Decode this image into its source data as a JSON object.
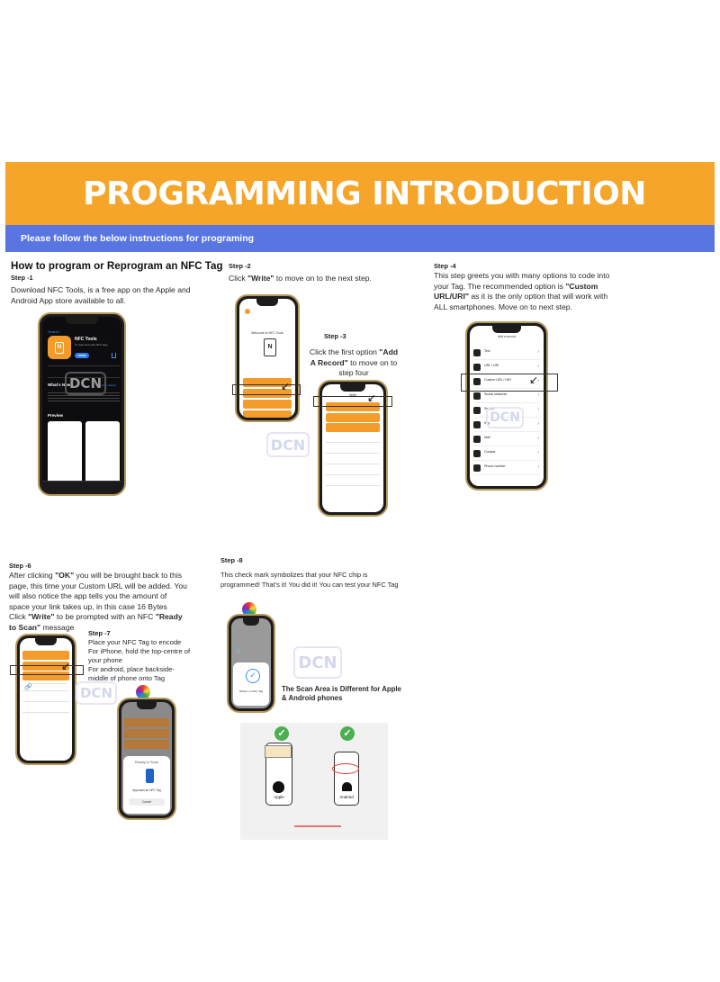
{
  "banner": {
    "title": "PROGRAMMING INTRODUCTION"
  },
  "subbar": {
    "text": "Please follow the below instructions for programing"
  },
  "intro": {
    "heading": "How to program or Reprogram an NFC Tag",
    "step1_label": "Step -1",
    "step1_text": "Download NFC Tools, is a free app on the Apple and Android App store available to all."
  },
  "step2": {
    "label": "Step -2",
    "pre": "Click ",
    "bold": "\"Write\"",
    "post": " to move on to the next step."
  },
  "step3": {
    "label": "Step -3",
    "line1": "Click the first option",
    "bold": "\"Add A Record\"",
    "line2": " to move on to step four"
  },
  "step4": {
    "label": "Step -4",
    "pre": "This step greets you with many options to code into your Tag. The recommended option is ",
    "bold": "\"Custom URL/URI\"",
    "post": " as it is the only option that will work with ALL smartphones.  Move on to next step."
  },
  "step6": {
    "label": "Step -6",
    "t1": "After clicking ",
    "b1": "\"OK\"",
    "t2": " you will be brought back to this page, this time your Custom URL will be added. You will also notice the app tells you the amount of space your link takes up, in this case 16 Bytes",
    "t3": "Click ",
    "b2": "\"Write\"",
    "t4": " to be prompted with an NFC ",
    "b3": "\"Ready to Scan\"",
    "t5": " message"
  },
  "step7": {
    "label": "Step -7",
    "text1": "Place your NFC Tag to encode",
    "text2": "For iPhone, hold the top-centre of your phone",
    "text3": "For android, place backside-middle of phone onto Tag"
  },
  "step8": {
    "label": "Step -8",
    "text": "This check mark symbolizes that your NFC chip is programmed! That's it! You did it! You can test your NFC Tag",
    "scan_note": "The Scan  Area is  Different  for Apple & Android phones",
    "apple_label": "Apple",
    "android_label": "Android"
  },
  "app_store": {
    "back": "Search",
    "app_name": "NFC Tools",
    "app_sub": "To read and write NFC tags",
    "get": "OPEN",
    "whats_new": "What's New",
    "version_history": "Version History",
    "preview": "Preview"
  },
  "nfc_app": {
    "welcome": "Welcome to NFC Tools",
    "write": "Write",
    "add_record": "Add a record"
  },
  "records_list": [
    "Text",
    "URL / URI",
    "Custom URL / URI",
    "Social networks",
    "Search",
    "Key",
    "Mail",
    "Contact",
    "Phone number"
  ],
  "ready_to_scan": {
    "title": "Ready to Scan",
    "sub": "Approach an NFC Tag",
    "cancel": "Cancel"
  },
  "written": {
    "text": "Written on NFC Tag"
  },
  "watermark": "DCN",
  "colors": {
    "orange": "#f5a52a",
    "blue": "#5875e2",
    "accent_orange": "#f39c2b",
    "check_green": "#4caf50"
  },
  "icons": [
    "check-icon",
    "apple-icon",
    "android-icon",
    "arrow-icon",
    "nfc-icon"
  ]
}
